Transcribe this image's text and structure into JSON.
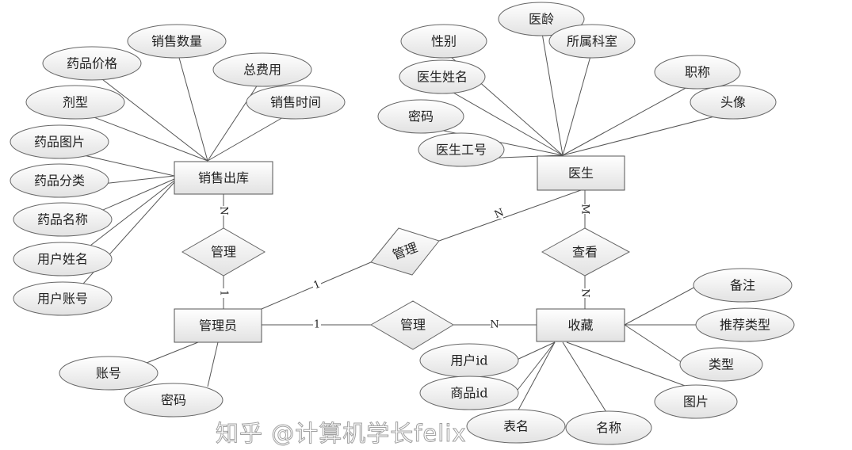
{
  "entities": {
    "sales": "销售出库",
    "admin": "管理员",
    "doctor": "医生",
    "favorite": "收藏"
  },
  "relationships": {
    "manage_sales": "管理",
    "manage_doctor": "管理",
    "manage_favorite": "管理",
    "view": "查看"
  },
  "attributes": {
    "sales": [
      "销售数量",
      "药品价格",
      "总费用",
      "剂型",
      "销售时间",
      "药品图片",
      "药品分类",
      "药品名称",
      "用户姓名",
      "用户账号"
    ],
    "doctor": [
      "医龄",
      "性别",
      "所属科室",
      "医生姓名",
      "职称",
      "头像",
      "密码",
      "医生工号"
    ],
    "favorite": [
      "备注",
      "推荐类型",
      "类型",
      "用户id",
      "商品id",
      "表名",
      "名称",
      "图片"
    ],
    "admin": [
      "账号",
      "密码"
    ]
  },
  "cardinalities": {
    "sales_manage": "N",
    "admin_manage_sales": "1",
    "admin_manage_doctor": "1",
    "doctor_manage": "N",
    "doctor_view": "M",
    "favorite_view": "N",
    "admin_manage_favorite": "1",
    "favorite_manage": "N"
  },
  "watermark": "知乎 @计算机学长felix",
  "colors": {
    "fill_top": "#ffffff",
    "fill_bottom": "#e4e4e4",
    "stroke": "#555555"
  }
}
